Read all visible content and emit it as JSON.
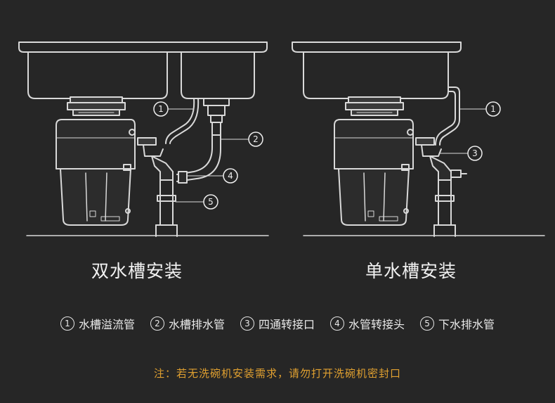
{
  "captions": {
    "double": "双水槽安装",
    "single": "单水槽安装"
  },
  "callouts": {
    "n1": "1",
    "n2": "2",
    "n3": "3",
    "n4": "4",
    "n5": "5"
  },
  "legend": [
    {
      "num": "1",
      "label": "水槽溢流管"
    },
    {
      "num": "2",
      "label": "水槽排水管"
    },
    {
      "num": "3",
      "label": "四通转接口"
    },
    {
      "num": "4",
      "label": "水管转接头"
    },
    {
      "num": "5",
      "label": "下水排水管"
    }
  ],
  "note": "注：若无洗碗机安装需求，请勿打开洗碗机密封口",
  "colors": {
    "background": "#262626",
    "line": "#d9d9d9",
    "note": "#e0a030"
  }
}
